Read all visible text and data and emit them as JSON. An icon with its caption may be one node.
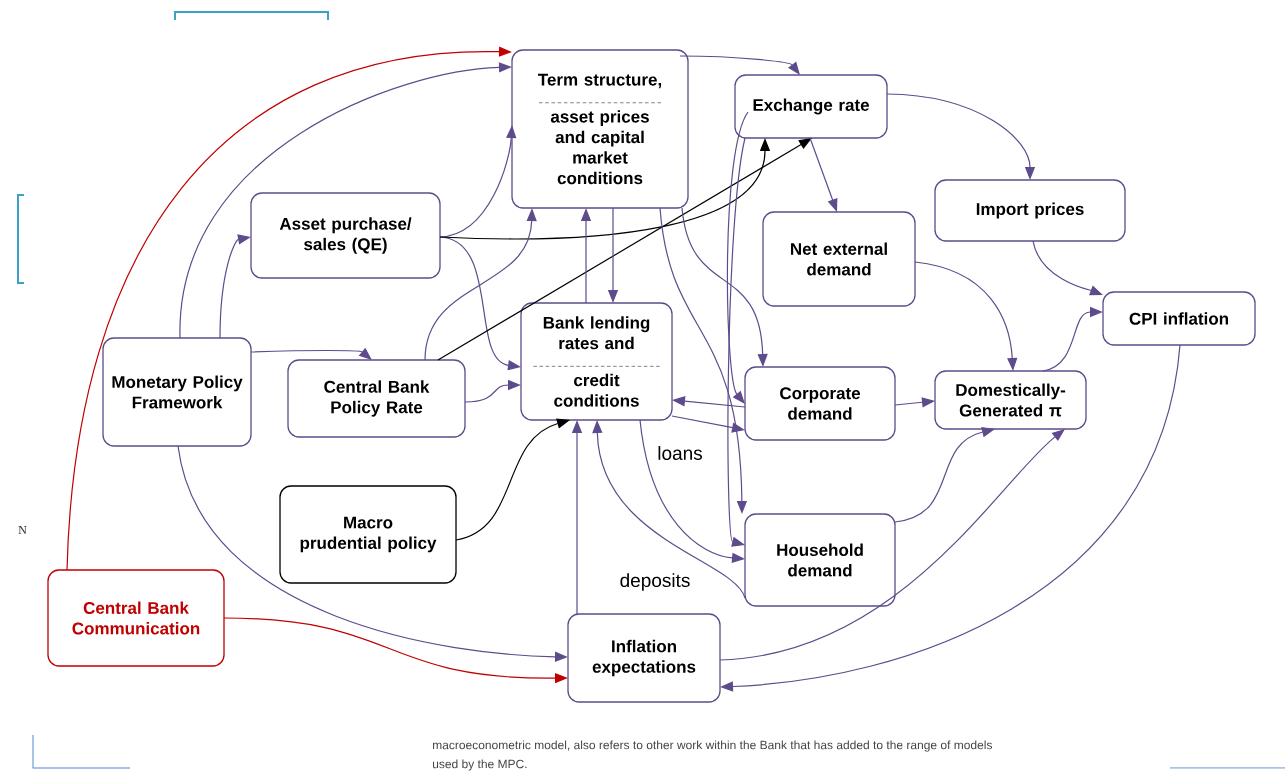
{
  "diagram": {
    "nodes": [
      {
        "text": [
          "Term structure,",
          "asset prices and capital market conditions"
        ]
      },
      {
        "text": [
          "Exchange rate"
        ]
      },
      {
        "text": [
          "Import prices"
        ]
      },
      {
        "text": [
          "Asset purchase/ sales (QE)"
        ]
      },
      {
        "text": [
          "Net external demand"
        ]
      },
      {
        "text": [
          "CPI inflation"
        ]
      },
      {
        "text": [
          "Monetary Policy Framework"
        ]
      },
      {
        "text": [
          "Central Bank Policy Rate"
        ]
      },
      {
        "text": [
          "Bank lending rates and",
          "credit conditions"
        ]
      },
      {
        "text": [
          "Corporate demand"
        ]
      },
      {
        "text": [
          "Domestically- Generated **π**"
        ]
      },
      {
        "text": [
          "Macro prudential policy"
        ]
      },
      {
        "text": [
          "Household demand"
        ]
      },
      {
        "text": [
          "Central Bank Communication"
        ]
      },
      {
        "text": [
          "Inflation expectations"
        ]
      }
    ],
    "edges": [
      {
        "from": 13,
        "to": 0,
        "arrow": "to",
        "color": "#c00000"
      },
      {
        "from": 6,
        "to": 0,
        "arrow": "to"
      },
      {
        "from": 6,
        "to": 3,
        "arrow": "to"
      },
      {
        "from": 6,
        "to": 7,
        "arrow": "to"
      },
      {
        "from": 6,
        "to": 14,
        "arrow": "to"
      },
      {
        "from": 13,
        "to": 14,
        "arrow": "to",
        "color": "#c00000"
      },
      {
        "from": 3,
        "to": 0,
        "arrow": "to"
      },
      {
        "from": 3,
        "to": 8,
        "arrow": "to"
      },
      {
        "from": 3,
        "to": 1,
        "arrow": "to",
        "color": "#000000"
      },
      {
        "from": 7,
        "to": 0,
        "arrow": "to"
      },
      {
        "from": 7,
        "to": 1,
        "arrow": "to",
        "color": "#000000"
      },
      {
        "from": 7,
        "to": 8,
        "arrow": "to"
      },
      {
        "from": 8,
        "to": 0,
        "arrow": "to"
      },
      {
        "from": 0,
        "to": 8,
        "arrow": "to"
      },
      {
        "from": 0,
        "to": 1,
        "arrow": "to"
      },
      {
        "from": 0,
        "to": 9,
        "arrow": "to"
      },
      {
        "from": 0,
        "to": 12,
        "arrow": "to"
      },
      {
        "from": 1,
        "to": 9,
        "arrow": "to"
      },
      {
        "from": 1,
        "to": 12,
        "arrow": "to"
      },
      {
        "from": 1,
        "to": 4,
        "arrow": "to"
      },
      {
        "from": 1,
        "to": 2,
        "arrow": "to"
      },
      {
        "from": 2,
        "to": 5,
        "arrow": "to"
      },
      {
        "from": 4,
        "to": 10,
        "arrow": "to"
      },
      {
        "from": 9,
        "to": 8,
        "arrow": "to"
      },
      {
        "from": 8,
        "to": 9,
        "arrow": "to"
      },
      {
        "from": 9,
        "to": 10,
        "arrow": "to"
      },
      {
        "from": 10,
        "to": 5,
        "arrow": "to"
      },
      {
        "from": 12,
        "to": 10,
        "arrow": "to"
      },
      {
        "from": 14,
        "to": 10,
        "arrow": "to"
      },
      {
        "from": 5,
        "to": 14,
        "arrow": "to"
      },
      {
        "from": 8,
        "to": 12,
        "arrow": "to",
        "label": "loans"
      },
      {
        "from": 12,
        "to": 8,
        "arrow": "to",
        "label": "deposits"
      },
      {
        "from": 14,
        "to": 8,
        "arrow": "to"
      },
      {
        "from": 11,
        "to": 8,
        "arrow": "to",
        "color": "#000000"
      }
    ],
    "labels": [
      "N",
      "macroeconometric model, also refers to other work within the Bank that has added to the range of models",
      "used by the MPC."
    ]
  }
}
